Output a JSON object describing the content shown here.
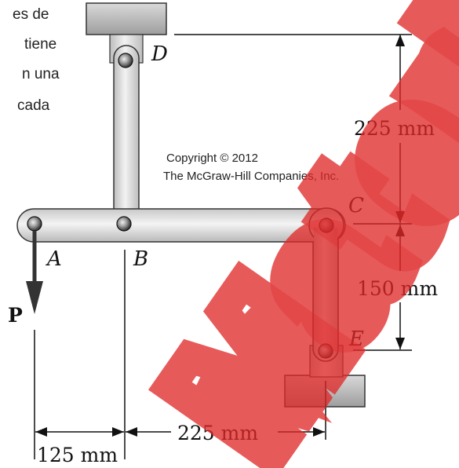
{
  "text_fragments": [
    "es de",
    "tiene",
    "n una",
    "cada"
  ],
  "points": {
    "A": "A",
    "B": "B",
    "C": "C",
    "D": "D",
    "E": "E"
  },
  "load_label": "P",
  "dimensions": {
    "d_ce_vertical": "225 mm",
    "d_ce_lower": "150 mm",
    "d_ab": "125 mm",
    "d_bc": "225 mm"
  },
  "copyright": {
    "line1": "Copyright © 2012",
    "line2": "The McGraw-Hill Companies, Inc."
  },
  "watermark": "Material",
  "colors": {
    "watermark": "#e02828",
    "link": "#dcdcdc",
    "ink": "#111111"
  }
}
